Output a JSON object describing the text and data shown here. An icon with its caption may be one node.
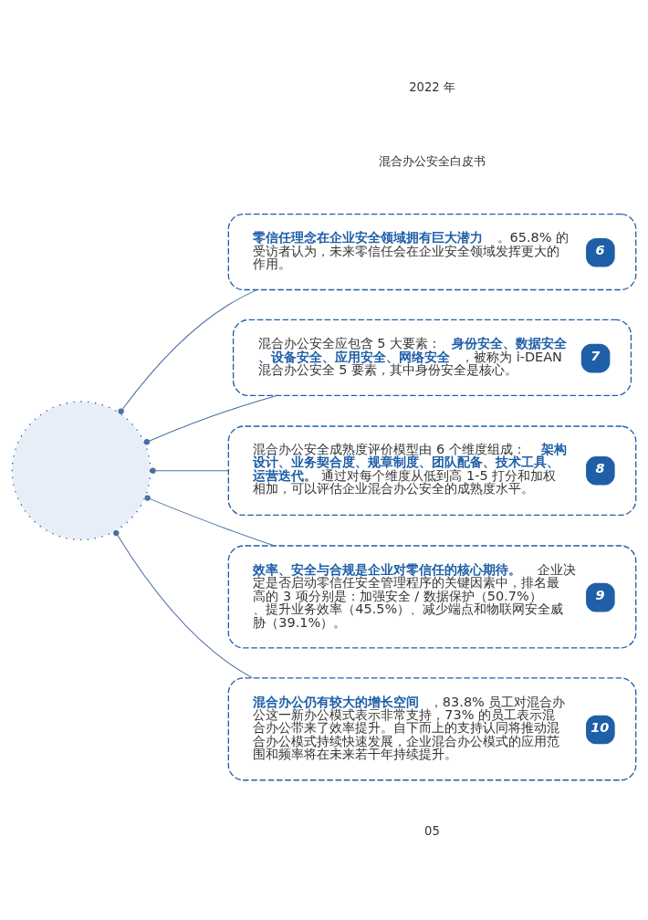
{
  "diagram": {
    "nodes": [
      {
        "text": [],
        "shape": "picture"
      },
      {
        "text": [
          "**零信任理念在企业安全领域拥有巨大潜力**。65.8% 的受访者认为，未来零信任会在企业安全领域发挥更大的作用。",
          "6"
        ]
      },
      {
        "text": [
          "混合办公安全应包含 5 大要素：**身份安全、数据安全、设备安全、应用安全、网络安全**，被称为 i-DEAN 混合办公安全 5 要素，其中身份安全是核心。",
          "7"
        ]
      },
      {
        "text": [
          "混合办公安全成熟度评价模型由 6 个维度组成：**架构设计、业务契合度、规章制度、团队配备、技术工具、运营迭代。**通过对每个维度从低到高 1-5 打分和加权相加，可以评估企业混合办公安全的成熟度水平。",
          "8"
        ]
      },
      {
        "text": [
          "**效率、安全与合规是企业对零信任的核心期待。**企业决定是否启动零信任安全管理程序的关键因素中，排名最高的 3 项分别是：加强安全 / 数据保护（50.7%）、提升业务效率（45.5%）、减少端点和物联网安全威胁（39.1%）。",
          "9"
        ]
      },
      {
        "text": [
          "**混合办公仍有较大的增长空间**，83.8% 员工对混合办公这一新办公模式表示非常支持，73% 的员工表示混合办公带来了效率提升。自下而上的支持认同将推动混合办公模式持续快速发展，企业混合办公模式的应用范围和频率将在未来若干年持续提升。",
          "10"
        ]
      }
    ],
    "edges": [
      {
        "from": 0,
        "to": 1,
        "arrow": "other"
      },
      {
        "from": 0,
        "to": 2,
        "arrow": "other"
      },
      {
        "from": 0,
        "to": 3,
        "arrow": "other"
      },
      {
        "from": 0,
        "to": 4,
        "arrow": "other"
      },
      {
        "from": 0,
        "to": 5,
        "arrow": "other"
      }
    ],
    "labels": [
      "2022 年",
      "混合办公安全白皮书",
      "05"
    ]
  }
}
